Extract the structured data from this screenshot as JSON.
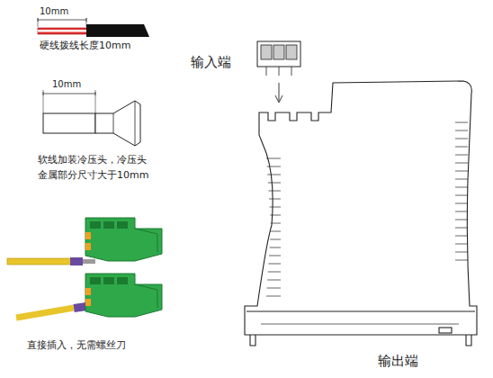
{
  "diagram": {
    "labels": [
      "10mm",
      "硬线拨线长度10mm",
      "10mm",
      "软线加装冷压头，冷压头 金属部分尺寸大于10mm",
      "直接插入，无需螺丝刀",
      "输入端",
      "输出端"
    ]
  }
}
